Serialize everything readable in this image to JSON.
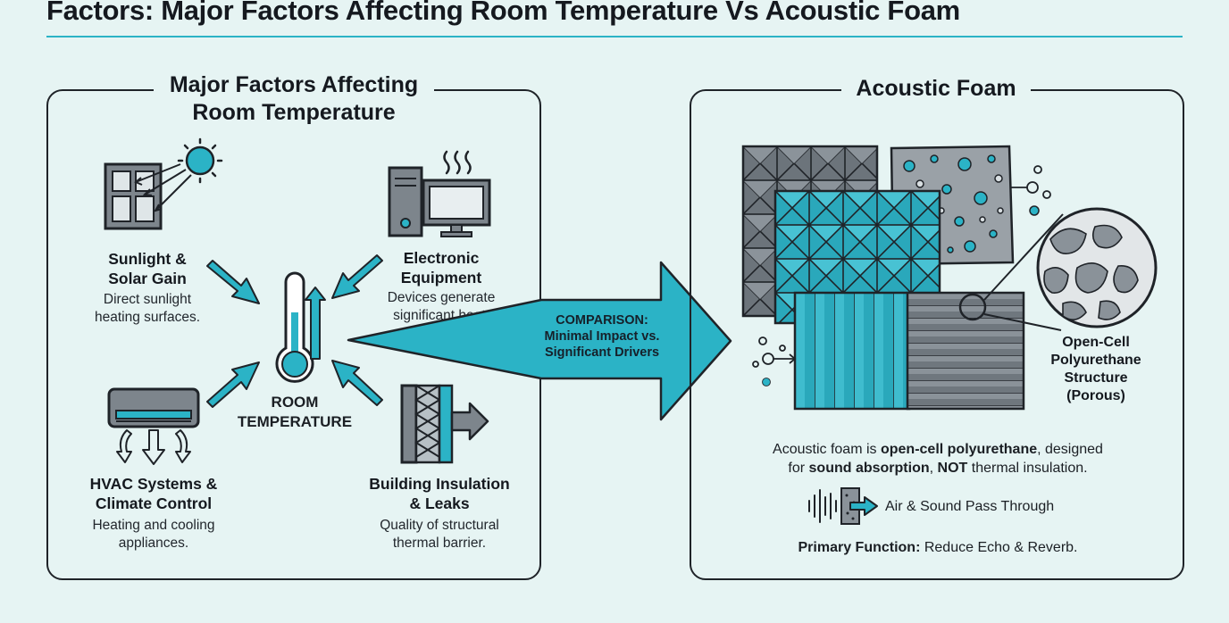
{
  "header": {
    "title": "Factors: Major Factors Affecting Room Temperature Vs Acoustic Foam"
  },
  "left_panel": {
    "title_line1": "Major Factors Affecting",
    "title_line2": "Room Temperature",
    "center": {
      "line1": "ROOM",
      "line2": "TEMPERATURE"
    },
    "factors": [
      {
        "title_line1": "Sunlight &",
        "title_line2": "Solar Gain",
        "desc_line1": "Direct sunlight",
        "desc_line2": "heating surfaces.",
        "icon": "window-sun-icon"
      },
      {
        "title_line1": "Electronic",
        "title_line2": "Equipment",
        "desc_line1": "Devices generate",
        "desc_line2": "significant heat.",
        "icon": "computer-icon"
      },
      {
        "title_line1": "HVAC Systems &",
        "title_line2": "Climate Control",
        "desc_line1": "Heating and cooling",
        "desc_line2": "appliances.",
        "icon": "air-conditioner-icon"
      },
      {
        "title_line1": "Building Insulation",
        "title_line2": "& Leaks",
        "desc_line1": "Quality of structural",
        "desc_line2": "thermal barrier.",
        "icon": "insulated-wall-icon"
      }
    ]
  },
  "comparison": {
    "line1": "COMPARISON:",
    "line2": "Minimal Impact vs.",
    "line3": "Significant Drivers"
  },
  "right_panel": {
    "title": "Acoustic Foam",
    "structure_label": {
      "line1": "Open-Cell",
      "line2": "Polyurethane",
      "line3": "Structure",
      "line4": "(Porous)"
    },
    "description": {
      "l1_pre": "Acoustic foam is ",
      "l1_bold": "open-cell polyurethane",
      "l1_post": ", designed",
      "l2_pre": "for ",
      "l2_bold": "sound absorption",
      "l2_mid": ", ",
      "l2_bold2": "NOT",
      "l2_post": " thermal insulation."
    },
    "pass_through": "Air & Sound Pass Through",
    "primary_label": "Primary Function:",
    "primary_value": " Reduce Echo & Reverb."
  },
  "colors": {
    "accent": "#2bb3c6",
    "dark": "#1f2328",
    "foam_gray": "#7d858c",
    "background": "#e6f4f3"
  }
}
